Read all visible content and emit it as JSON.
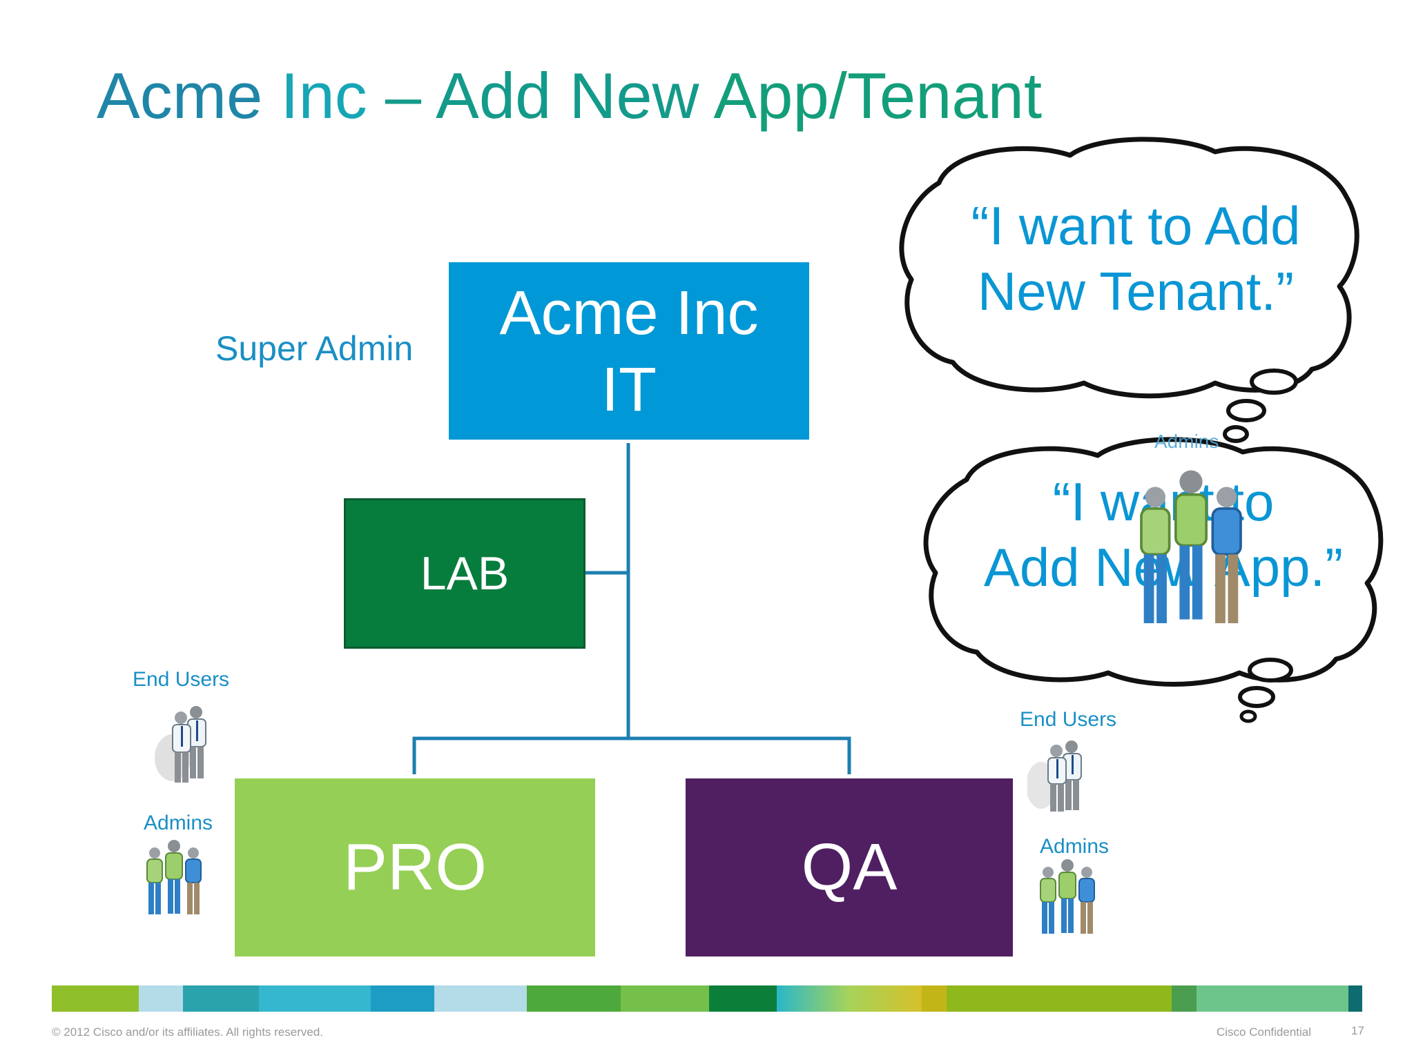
{
  "slide": {
    "title_parts": [
      "Acme",
      " Inc",
      " – Add New",
      " App/Tenant"
    ],
    "super_admin_label": "Super Admin",
    "boxes": {
      "acme_line1": "Acme Inc",
      "acme_line2": "IT",
      "lab": "LAB",
      "pro": "PRO",
      "qa": "QA"
    },
    "left_groups": {
      "end_users": "End Users",
      "admins": "Admins"
    },
    "right_groups": {
      "end_users": "End Users",
      "admins": "Admins"
    },
    "bubble_top": {
      "line1": "“I want to Add",
      "line2": "New Tenant.”"
    },
    "bubble_bottom": {
      "line1": "“I want to",
      "line2": "Add New App.”",
      "faint_label": "Admins"
    }
  },
  "footer": {
    "copyright": "© 2012 Cisco and/or its affiliates. All rights reserved.",
    "confidential": "Cisco Confidential",
    "page_number": "17"
  },
  "colors": {
    "acme_box": "#0098d6",
    "lab_box": "#077d3d",
    "pro_box": "#95cf55",
    "qa_box": "#4f1f61",
    "connector": "#1c7fb0",
    "label_blue": "#1a8fc4"
  }
}
